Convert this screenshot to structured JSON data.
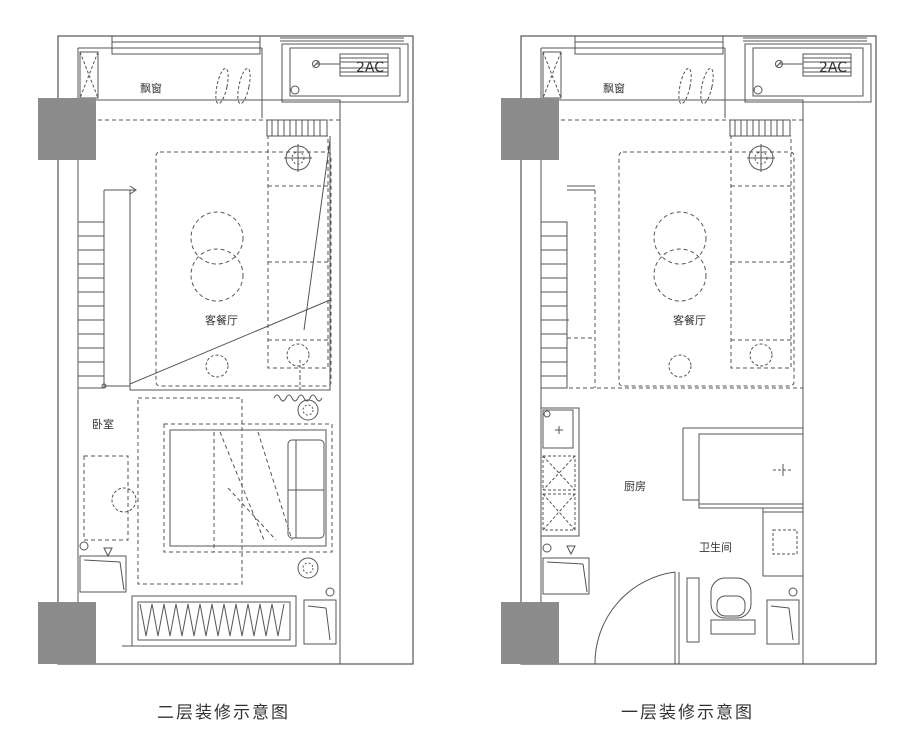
{
  "plans": [
    {
      "caption": "二层装修示意图",
      "labels": {
        "bay_window": "飘窗",
        "ac": "2AC",
        "living_dining": "客餐厅",
        "bedroom": "卧室"
      }
    },
    {
      "caption": "一层装修示意图",
      "labels": {
        "bay_window": "飘窗",
        "ac": "2AC",
        "living_dining": "客餐厅",
        "kitchen": "厨房",
        "bathroom": "卫生间"
      }
    }
  ],
  "colors": {
    "line": "#555555",
    "dash": "#666666",
    "column": "#8c8c8c"
  }
}
